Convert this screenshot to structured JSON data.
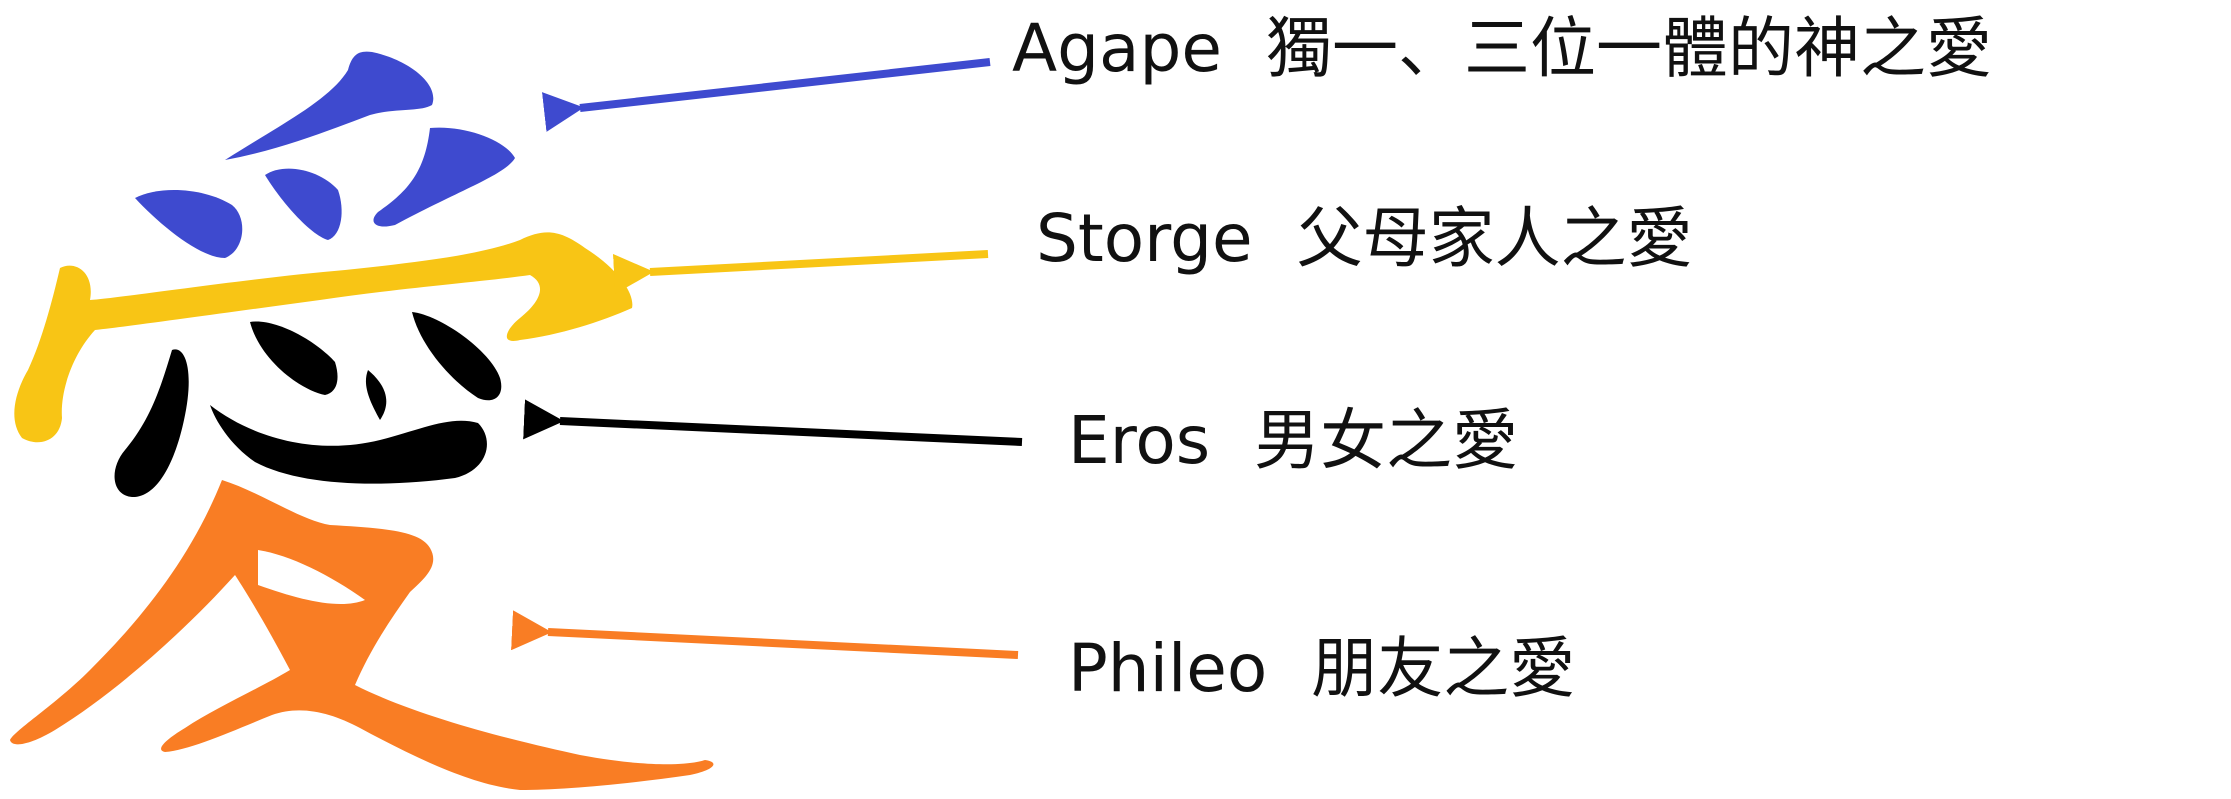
{
  "colors": {
    "agape": "#3E4ACF",
    "storge": "#F8C515",
    "eros": "#000000",
    "phileo": "#F97D24"
  },
  "labels": {
    "agape": {
      "latin": "Agape",
      "chinese": "獨一、三位一體的神之愛"
    },
    "storge": {
      "latin": "Storge",
      "chinese": "父母家人之愛"
    },
    "eros": {
      "latin": "Eros",
      "chinese": "男女之愛"
    },
    "phileo": {
      "latin": "Phileo",
      "chinese": "朋友之愛"
    }
  }
}
